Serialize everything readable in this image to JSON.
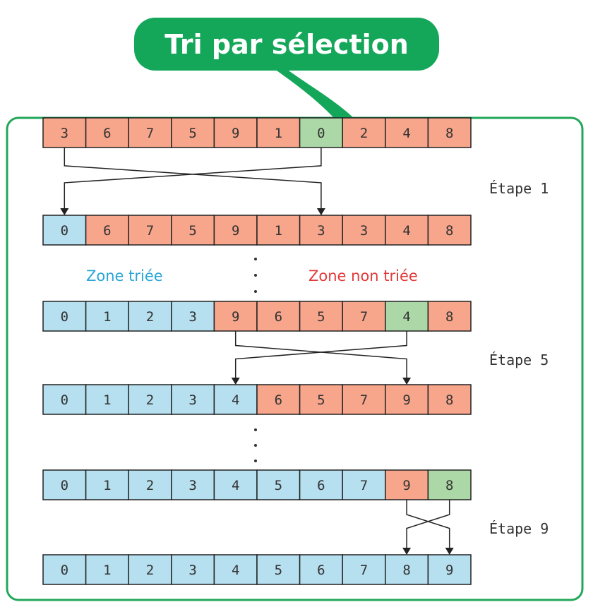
{
  "title": "Tri par sélection",
  "colors": {
    "sorted": "#b6dfef",
    "unsorted": "#f7a68c",
    "minimum": "#acd8a7",
    "frame": "#22a75a",
    "banner": "#14a75a",
    "sorted_label": "#2aa6d6",
    "unsorted_label": "#e23a3a"
  },
  "rows": [
    {
      "values": [
        "3",
        "6",
        "7",
        "5",
        "9",
        "1",
        "0",
        "2",
        "4",
        "8"
      ],
      "states": [
        "u",
        "u",
        "u",
        "u",
        "u",
        "u",
        "m",
        "u",
        "u",
        "u"
      ]
    },
    {
      "values": [
        "0",
        "6",
        "7",
        "5",
        "9",
        "1",
        "3",
        "3",
        "4",
        "8"
      ],
      "states": [
        "s",
        "u",
        "u",
        "u",
        "u",
        "u",
        "u",
        "u",
        "u",
        "u"
      ]
    },
    {
      "values": [
        "0",
        "1",
        "2",
        "3",
        "9",
        "6",
        "5",
        "7",
        "4",
        "8"
      ],
      "states": [
        "s",
        "s",
        "s",
        "s",
        "u",
        "u",
        "u",
        "u",
        "m",
        "u"
      ]
    },
    {
      "values": [
        "0",
        "1",
        "2",
        "3",
        "4",
        "6",
        "5",
        "7",
        "9",
        "8"
      ],
      "states": [
        "s",
        "s",
        "s",
        "s",
        "s",
        "u",
        "u",
        "u",
        "u",
        "u"
      ]
    },
    {
      "values": [
        "0",
        "1",
        "2",
        "3",
        "4",
        "5",
        "6",
        "7",
        "9",
        "8"
      ],
      "states": [
        "s",
        "s",
        "s",
        "s",
        "s",
        "s",
        "s",
        "s",
        "u",
        "m"
      ]
    },
    {
      "values": [
        "0",
        "1",
        "2",
        "3",
        "4",
        "5",
        "6",
        "7",
        "8",
        "9"
      ],
      "states": [
        "s",
        "s",
        "s",
        "s",
        "s",
        "s",
        "s",
        "s",
        "s",
        "s"
      ]
    }
  ],
  "swaps": [
    {
      "from_row": 0,
      "to_row": 1,
      "a": 0,
      "b": 6
    },
    {
      "from_row": 2,
      "to_row": 3,
      "a": 4,
      "b": 8
    },
    {
      "from_row": 4,
      "to_row": 5,
      "a": 8,
      "b": 9
    }
  ],
  "steps": [
    "Étape 1",
    "Étape 5",
    "Étape 9"
  ],
  "zones": {
    "sorted": "Zone triée",
    "unsorted": "Zone non triée"
  }
}
